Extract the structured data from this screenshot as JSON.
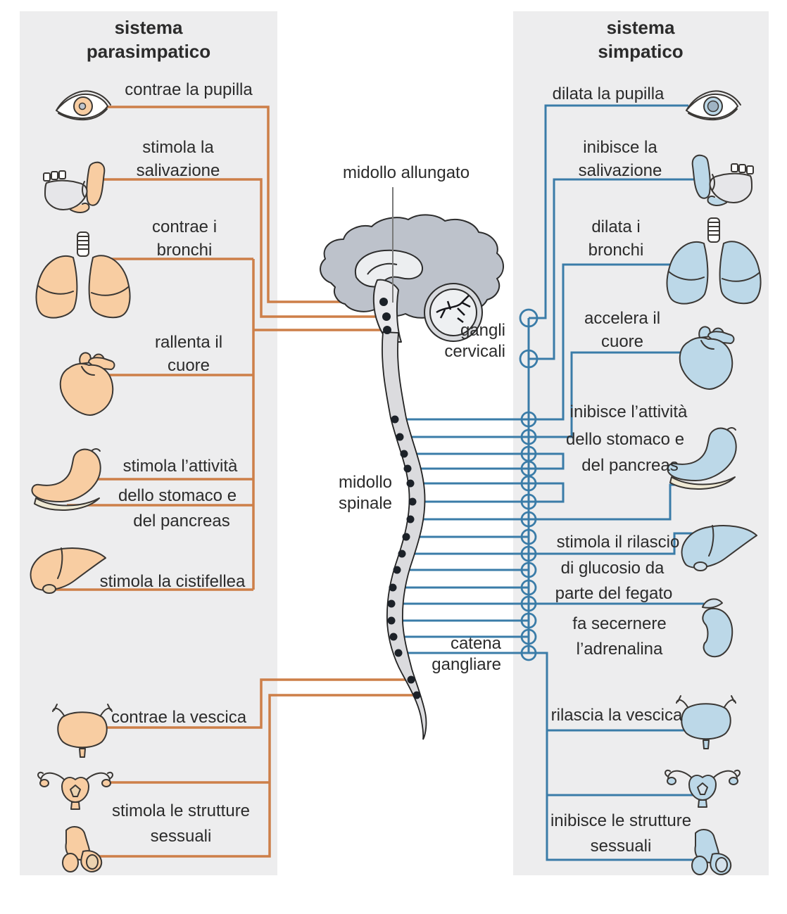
{
  "figure": {
    "type": "anatomy-diagram",
    "subject": "autonomic nervous system"
  },
  "theme": {
    "background": "#ffffff",
    "panel_color": "#ededee",
    "text_color": "#2b2b2b",
    "parasympathetic_color": "#cd7f48",
    "sympathetic_color": "#3a7ca8",
    "parasympathetic_organ_fill": "#f8cda2",
    "sympathetic_organ_fill": "#bcd8e8",
    "brain_fill": "#bdc2cb",
    "spine_fill": "#dbdbde"
  },
  "left_panel": {
    "title": [
      "sistema",
      "parasimpatico"
    ],
    "labels": {
      "pupil": "contrae la pupilla",
      "salivation": [
        "stimola la",
        "salivazione"
      ],
      "bronchi": [
        "contrae i",
        "bronchi"
      ],
      "heart": [
        "rallenta il",
        "cuore"
      ],
      "stomach_line1": "stimola l’attività",
      "stomach_line2": "dello stomaco e",
      "stomach_line3": "del pancreas",
      "gallbladder": "stimola la cistifellea",
      "bladder": "contrae la vescica",
      "sexual": [
        "stimola le strutture",
        "sessuali"
      ]
    },
    "icons": [
      "eye-icon",
      "salivary-glands-icon",
      "lungs-icon",
      "heart-icon",
      "stomach-pancreas-icon",
      "liver-gallbladder-icon",
      "bladder-icon",
      "uterus-icon",
      "penis-icon"
    ]
  },
  "right_panel": {
    "title": [
      "sistema",
      "simpatico"
    ],
    "labels": {
      "pupil": "dilata la pupilla",
      "salivation": [
        "inibisce la",
        "salivazione"
      ],
      "bronchi": [
        "dilata i",
        "bronchi"
      ],
      "heart": [
        "accelera il",
        "cuore"
      ],
      "stomach_line1": "inibisce l’attività",
      "stomach_line2": "dello stomaco e",
      "stomach_line3": "del pancreas",
      "liver_line1": "stimola il rilascio",
      "liver_line2": "di glucosio da",
      "liver_line3": "parte del fegato",
      "adrenal": [
        "fa secernere",
        "l’adrenalina"
      ],
      "bladder": "rilascia la vescica",
      "sexual": [
        "inibisce le strutture",
        "sessuali"
      ]
    },
    "icons": [
      "eye-icon",
      "salivary-glands-icon",
      "lungs-icon",
      "heart-icon",
      "stomach-pancreas-icon",
      "liver-icon",
      "adrenal-kidney-icon",
      "bladder-icon",
      "uterus-icon",
      "penis-icon"
    ]
  },
  "center": {
    "medulla": "midollo allungato",
    "cervical_ganglia": [
      "gangli",
      "cervicali"
    ],
    "spinal_cord": [
      "midollo",
      "spinale"
    ],
    "ganglion_chain": [
      "catena",
      "gangliare"
    ]
  }
}
